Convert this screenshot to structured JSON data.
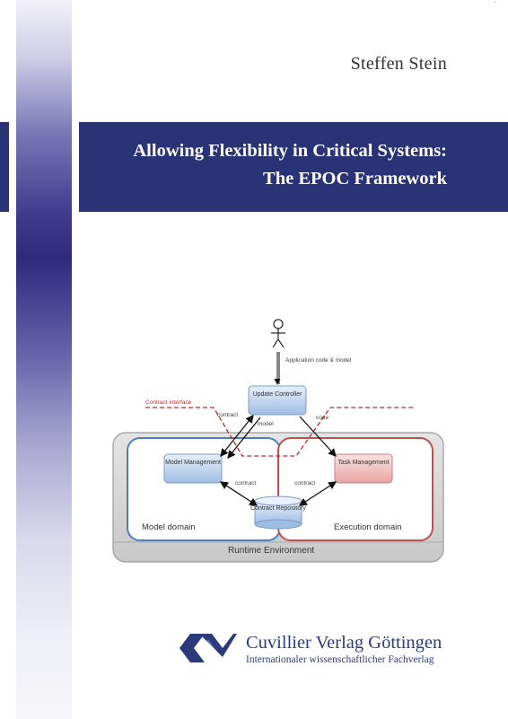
{
  "cover": {
    "author": "Steffen Stein",
    "title_line1": "Allowing Flexibility in Critical Systems:",
    "title_line2": "The EPOC Framework",
    "corner_mark": "'"
  },
  "diagram": {
    "actor_note": "Application code & model",
    "update_controller": "Update Controller",
    "contract_interface": "Contract interface",
    "contract": "contract",
    "model": "model",
    "code": "code",
    "model_management": "Model Management",
    "task_management": "Task Management",
    "contract_repository": "Contract Repository",
    "model_domain": "Model domain",
    "execution_domain": "Execution domain",
    "runtime_environment": "Runtime Environment",
    "colors": {
      "model_domain_border": "#4a7fc1",
      "execution_domain_border": "#c0504d",
      "runtime_fill": "#d6d6d6",
      "contract_interface_line": "#c0282a"
    }
  },
  "publisher": {
    "name": "Cuvillier Verlag Göttingen",
    "tagline": "Internationaler wissenschaftlicher Fachverlag",
    "logo_icon": "cv-logo-icon",
    "color": "#2b3a7a"
  }
}
